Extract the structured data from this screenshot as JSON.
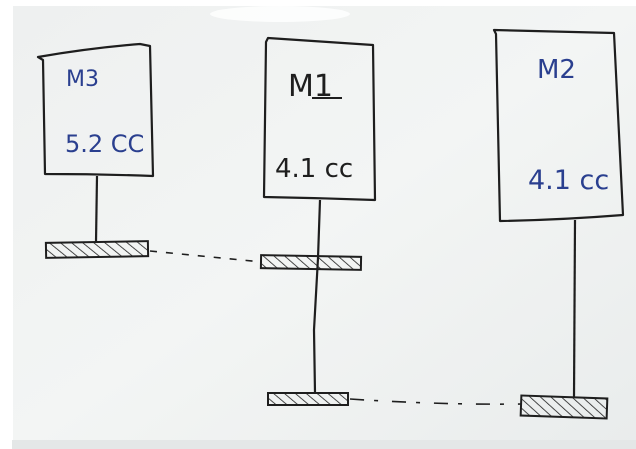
{
  "colors": {
    "board": "#f1f3f2",
    "frame": "#ffffff",
    "ink_black": "#1e1e1e",
    "ink_blue": "#2a3f8f"
  },
  "boxes": [
    {
      "id": "m3",
      "label": "M3",
      "value": "5.2 CC"
    },
    {
      "id": "m1",
      "label": "M1",
      "value": "4.1 cc"
    },
    {
      "id": "m2",
      "label": "M2",
      "value": "4.1 cc"
    }
  ]
}
